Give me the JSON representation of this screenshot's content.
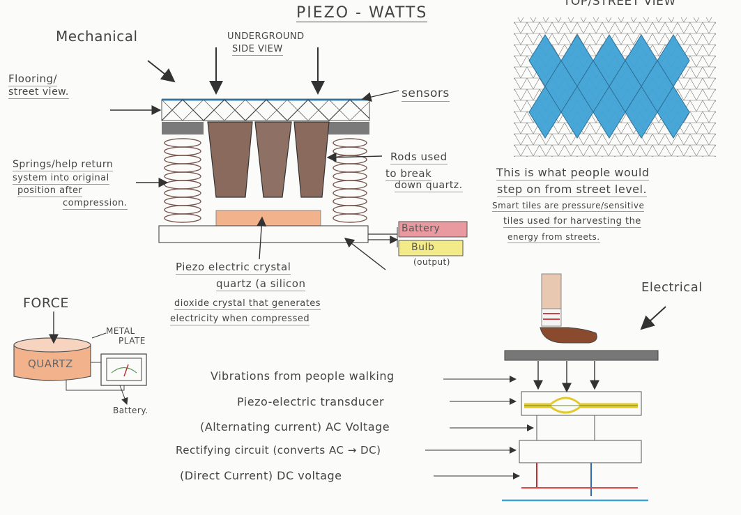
{
  "title": "PIEZO - WATTS",
  "labels": {
    "mechanical": "Mechanical",
    "underground_1": "UNDERGROUND",
    "underground_2": "SIDE VIEW",
    "top_view": "TOP/STREET VIEW",
    "flooring_1": "Flooring/",
    "flooring_2": "street view.",
    "sensors": "sensors",
    "springs_1": "Springs/help return",
    "springs_2": "system into original",
    "springs_3": "position after",
    "springs_4": "compression.",
    "rods_1": "Rods used",
    "rods_2": "to break",
    "rods_3": "down quartz.",
    "battery_box": "Battery",
    "bulb_box": "Bulb",
    "output": "(output)",
    "crystal_1": "Piezo electric crystal",
    "crystal_2": "quartz (a silicon",
    "crystal_3": "dioxide crystal that generates",
    "crystal_4": "electricity when compressed",
    "tiles_1": "This is what people would",
    "tiles_2": "step on from street level.",
    "tiles_3": "Smart tiles are pressure/sensitive",
    "tiles_4": "tiles used for harvesting the",
    "tiles_5": "energy from streets.",
    "force": "FORCE",
    "metal_1": "METAL",
    "metal_2": "PLATE",
    "quartz": "QUARTZ",
    "battery": "Battery.",
    "electrical": "Electrical",
    "step_1": "Vibrations from people walking",
    "step_2": "Piezo-electric transducer",
    "step_3": "(Alternating current) AC Voltage",
    "step_4": "Rectifying circuit (converts AC → DC)",
    "step_5": "(Direct Current) DC voltage"
  },
  "colors": {
    "tile_blue": "#3fa3d6",
    "rod_brown": "#8a6a5c",
    "crystal_orange": "#f2b28c",
    "battery_red": "#e99aa0",
    "bulb_yellow": "#f3ea8a",
    "shoe_brown": "#8a4a2e"
  }
}
